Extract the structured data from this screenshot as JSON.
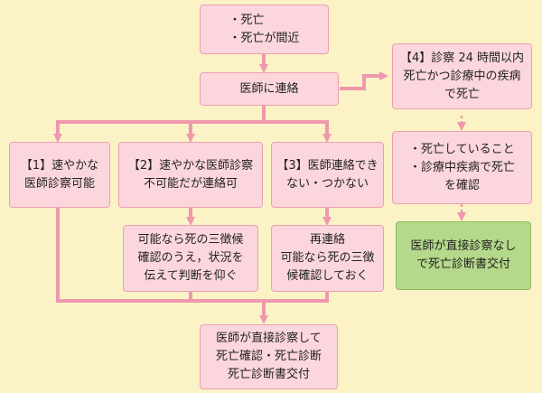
{
  "colors": {
    "background": "#fbf3c6",
    "box_fill": "#fbd6dc",
    "box_border": "#ee9fb0",
    "connector": "#ef97ad",
    "final_box_fill": "#b5d98a"
  },
  "boxes": {
    "start": {
      "lines": [
        "・死亡",
        "・死亡が間近"
      ]
    },
    "contact": {
      "lines": [
        "医師に連絡"
      ]
    },
    "case1": {
      "lines": [
        "【1】速やかな",
        "医師診察可能"
      ]
    },
    "case2": {
      "lines": [
        "【2】速やかな医師診察",
        "不可能だが連絡可"
      ]
    },
    "case3": {
      "lines": [
        "【3】医師連絡でき",
        "ない・つかない"
      ]
    },
    "case4": {
      "lines": [
        "【4】診察 24 時間以内",
        "死亡かつ診療中の疾病",
        "で死亡"
      ]
    },
    "case2_action": {
      "lines": [
        "可能なら死の三徴候",
        "確認のうえ，状況を",
        "伝えて判断を仰ぐ"
      ]
    },
    "case3_action": {
      "lines": [
        "再連絡",
        "可能なら死の三徴",
        "候確認しておく"
      ]
    },
    "case4_check": {
      "lines": [
        "・死亡していること",
        "・診療中疾病で死亡",
        "を確認"
      ]
    },
    "case4_result": {
      "lines": [
        "医師が直接診察なし",
        "で死亡診断書交付"
      ]
    },
    "final": {
      "lines": [
        "医師が直接診察して",
        "死亡確認・死亡診断",
        "死亡診断書交付"
      ]
    }
  }
}
